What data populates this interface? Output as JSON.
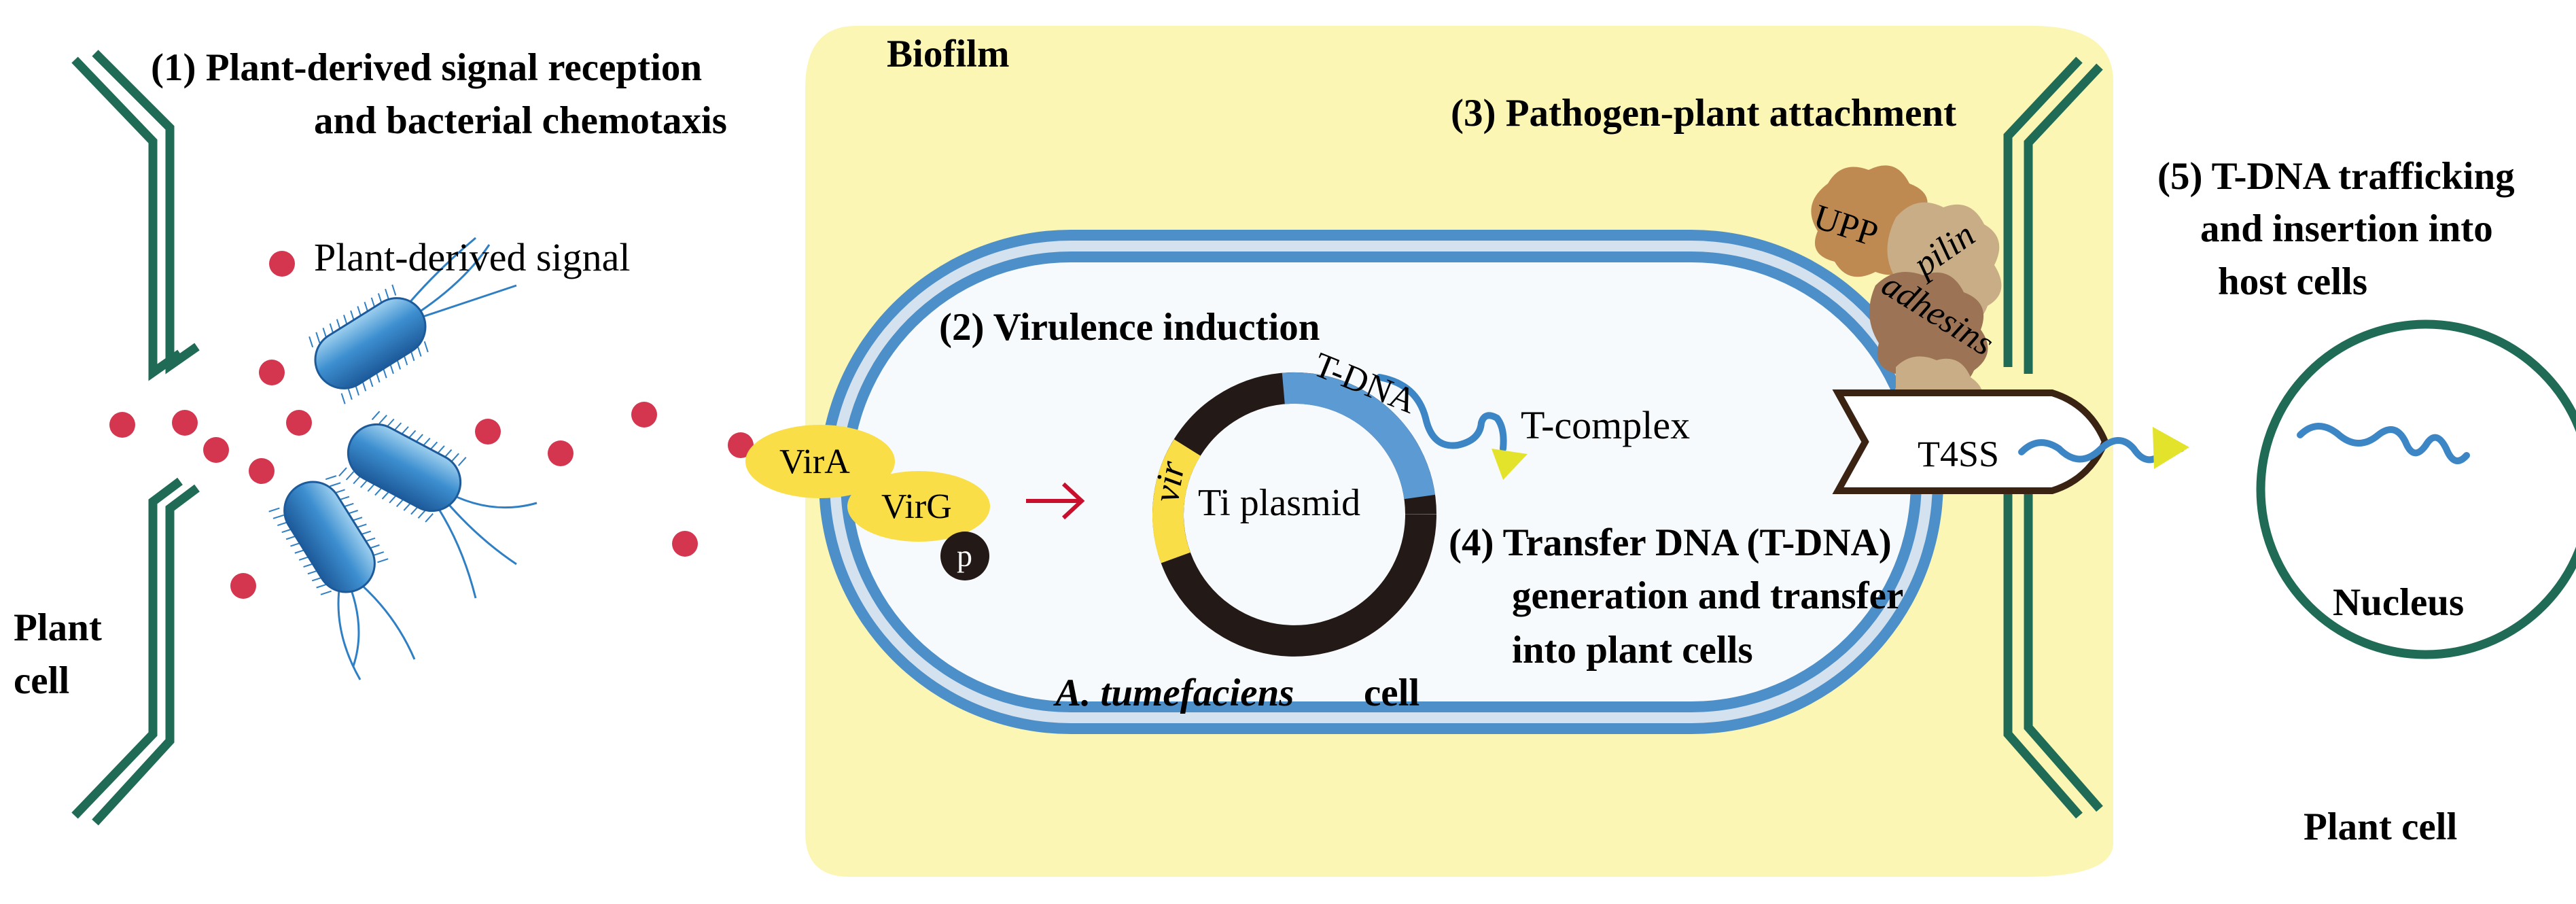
{
  "labels": {
    "step1_line1": "(1) Plant-derived signal reception",
    "step1_line2": "and bacterial chemotaxis",
    "biofilm": "Biofilm",
    "step3": "(3) Pathogen-plant attachment",
    "step5_line1": "(5) T-DNA trafficking",
    "step5_line2": "and insertion into",
    "step5_line3": "host cells",
    "plant_derived_signal": "Plant-derived signal",
    "step2": "(2) Virulence induction",
    "tdna": "T-DNA",
    "t_complex": "T-complex",
    "vir": "vir",
    "ti_plasmid": "Ti plasmid",
    "vira": "VirA",
    "virg": "VirG",
    "phospho": "p",
    "upp": "UPP",
    "pilin": "pilin",
    "adhesins": "adhesins",
    "t4ss": "T4SS",
    "step4_line1": "(4) Transfer DNA (T-DNA)",
    "step4_line2": "generation and transfer",
    "step4_line3": "into plant cells",
    "species": "A. tumefaciens",
    "cell_word": "cell",
    "plant_cell_left_1": "Plant",
    "plant_cell_left_2": "cell",
    "nucleus": "Nucleus",
    "plant_cell_right": "Plant cell"
  },
  "colors": {
    "plant_wall": "#1f6b55",
    "biofilm": "#fbf6b4",
    "membrane_blue": "#4d8fc8",
    "membrane_light": "#d4e2ef",
    "cell_interior": "#f7fafc",
    "signal_dot": "#d5364f",
    "plasmid_black": "#231916",
    "plasmid_blue": "#5b9ad3",
    "vir_yellow": "#f9de47",
    "protein_yellow": "#f9de47",
    "arrow_red": "#c8102e",
    "dna_blue": "#3d86c6",
    "tcomplex_yellow": "#e3e32b",
    "t4ss_brown": "#3b2314",
    "upp_brown": "#bf8a52",
    "pilin_tan": "#c9ad86",
    "adhesin_brown": "#9c7355",
    "bacterium_blue": "#2f7fc5"
  }
}
